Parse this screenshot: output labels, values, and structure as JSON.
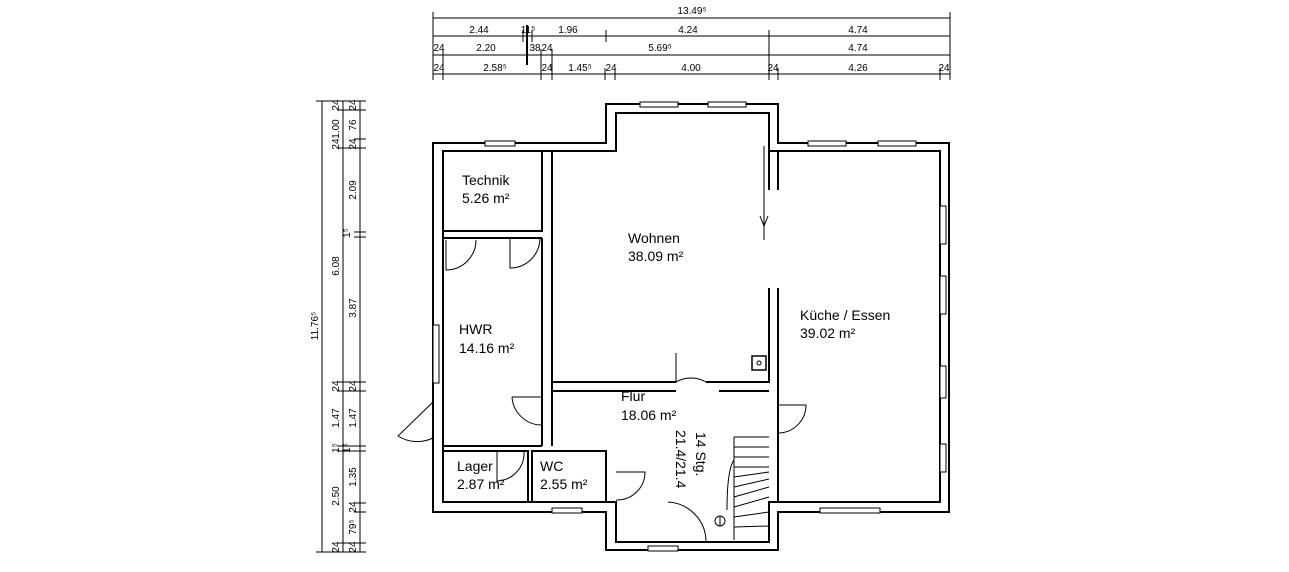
{
  "top_dims": {
    "overall": "13.49⁵",
    "row1": [
      "2.44",
      "11⁵",
      "1.96",
      "4.24",
      "4.74"
    ],
    "row2": [
      "24",
      "2.20",
      "38",
      "24",
      "5.69⁵",
      "4.74"
    ],
    "row3": [
      "24",
      "2.58⁵",
      "24",
      "1.45⁵",
      "24",
      "4.00",
      "24",
      "4.26",
      "24"
    ]
  },
  "left_dims": {
    "overall": "11.76⁵",
    "col1": [
      "24",
      "1.00",
      "24",
      "6.08",
      "24",
      "1.47",
      "1⁵",
      "2.50",
      "24"
    ],
    "col2": [
      "24",
      "76",
      "24",
      "2.09",
      "1⁵",
      "3.87",
      "24",
      "1.47",
      "1⁵",
      "1.35",
      "24",
      "79⁵",
      "24"
    ]
  },
  "rooms": {
    "technik": {
      "name": "Technik",
      "area": "5.26 m²"
    },
    "wohnen": {
      "name": "Wohnen",
      "area": "38.09 m²"
    },
    "kueche": {
      "name": "Küche / Essen",
      "area": "39.02 m²"
    },
    "hwr": {
      "name": "HWR",
      "area": "14.16 m²"
    },
    "flur": {
      "name": "Flur",
      "area": "18.06 m²"
    },
    "lager": {
      "name": "Lager",
      "area": "2.87 m²"
    },
    "wc": {
      "name": "WC",
      "area": "2.55 m²"
    }
  },
  "stairs": {
    "steps": "14 Stg.",
    "ratio": "21.4/21.4"
  }
}
